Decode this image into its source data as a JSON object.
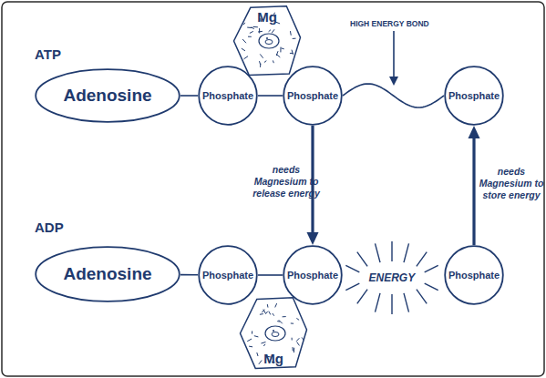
{
  "diagram": {
    "nodes": [
      {
        "text": [
          "Mg"
        ]
      },
      {
        "text": [
          "Adenosine"
        ]
      },
      {
        "text": [
          "Phosphate"
        ]
      },
      {
        "text": [
          "Phosphate"
        ]
      },
      {
        "text": [
          "Phosphate"
        ]
      },
      {
        "text": [
          "Adenosine"
        ]
      },
      {
        "text": [
          "Phosphate"
        ]
      },
      {
        "text": [
          "Phosphate"
        ]
      },
      {
        "text": [
          "Phosphate"
        ]
      },
      {
        "text": [
          "Mg"
        ]
      }
    ],
    "edges": [
      {
        "from": 1,
        "to": 2,
        "arrow": "none"
      },
      {
        "from": 2,
        "to": 3,
        "arrow": "none"
      },
      {
        "from": 3,
        "to": 4,
        "arrow": "none"
      },
      {
        "from": 5,
        "to": 6,
        "arrow": "none"
      },
      {
        "from": 6,
        "to": 7,
        "arrow": "none"
      },
      {
        "from": 3,
        "to": 7,
        "arrow": "to",
        "label": "needs Magnesium to release energy"
      },
      {
        "from": 8,
        "to": 4,
        "arrow": "to",
        "label": "needs Magnesium to store energy"
      }
    ],
    "labels": [
      "ATP",
      "HIGH ENERGY BOND",
      "ADP",
      "ENERGY"
    ]
  }
}
